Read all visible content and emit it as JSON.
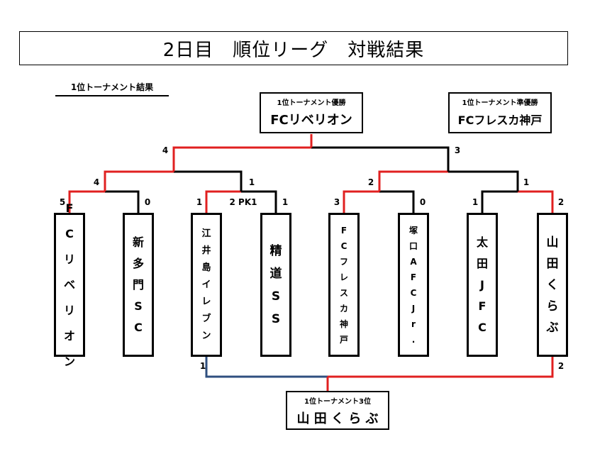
{
  "page_title": "2日目　順位リーグ　対戦結果",
  "section_label": "1位トーナメント結果",
  "champion": {
    "caption": "1位トーナメント優勝",
    "name": "FCリベリオン"
  },
  "runner_up": {
    "caption": "1位トーナメント準優勝",
    "name": "FCフレスカ神戸"
  },
  "third_place": {
    "caption": "1位トーナメント3位",
    "name": "山 田 く ら ぶ"
  },
  "teams": [
    {
      "chars": [
        "F",
        "C",
        "リ",
        "ベ",
        "リ",
        "オ",
        "ン"
      ],
      "score": "5"
    },
    {
      "chars": [
        "新",
        "多",
        "門",
        "S",
        "C"
      ],
      "score": "0"
    },
    {
      "chars": [
        "江",
        "井",
        "島",
        "イ",
        "レ",
        "ブ",
        "ン"
      ],
      "score": "1"
    },
    {
      "chars": [
        "精",
        "道",
        "S",
        "S"
      ],
      "score": "1"
    },
    {
      "chars": [
        "F",
        "C",
        "フ",
        "レ",
        "ス",
        "カ",
        "神",
        "戸"
      ],
      "score": "3"
    },
    {
      "chars": [
        "塚",
        "口",
        "A",
        "F",
        "C",
        "J",
        "r",
        "."
      ],
      "score": "0"
    },
    {
      "chars": [
        "太",
        "田",
        "J",
        "F",
        "C"
      ],
      "score": "1"
    },
    {
      "chars": [
        "山",
        "田",
        "く",
        "ら",
        "ぶ"
      ],
      "score": "2"
    }
  ],
  "round2_scores": [
    "4",
    "1",
    "2",
    "1"
  ],
  "pk_label": "2 PK1",
  "final_scores": [
    "4",
    "3"
  ],
  "third_place_scores": [
    "1",
    "2"
  ],
  "colors": {
    "winner_line": "#e02020",
    "loser_line": "#000000",
    "third_place_line": "#2f4f7f"
  }
}
